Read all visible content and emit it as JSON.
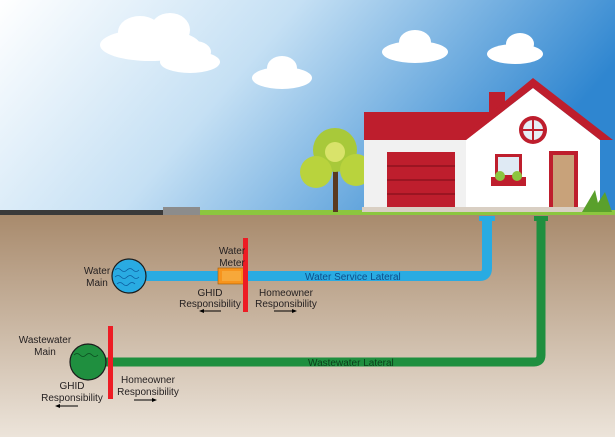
{
  "labels": {
    "water_main": [
      "Water",
      "Main"
    ],
    "water_meter": [
      "Water",
      "Meter"
    ],
    "water_service_lateral": "Water Service Lateral",
    "ghid_responsibility_water": [
      "GHID",
      "Responsibility"
    ],
    "homeowner_responsibility_water": [
      "Homeowner",
      "Responsibility"
    ],
    "wastewater_main": [
      "Wastewater",
      "Main"
    ],
    "wastewater_lateral": "Wastewater Lateral",
    "ghid_responsibility_wastewater": [
      "GHID",
      "Responsibility"
    ],
    "homeowner_responsibility_wastewater": [
      "Homeowner",
      "Responsibility"
    ]
  },
  "colors": {
    "water_pipe": "#29abe2",
    "wastewater_pipe": "#1f8f3f",
    "boundary": "#ed1c24",
    "meter": "#f7941d",
    "roof": "#be1e2d"
  }
}
